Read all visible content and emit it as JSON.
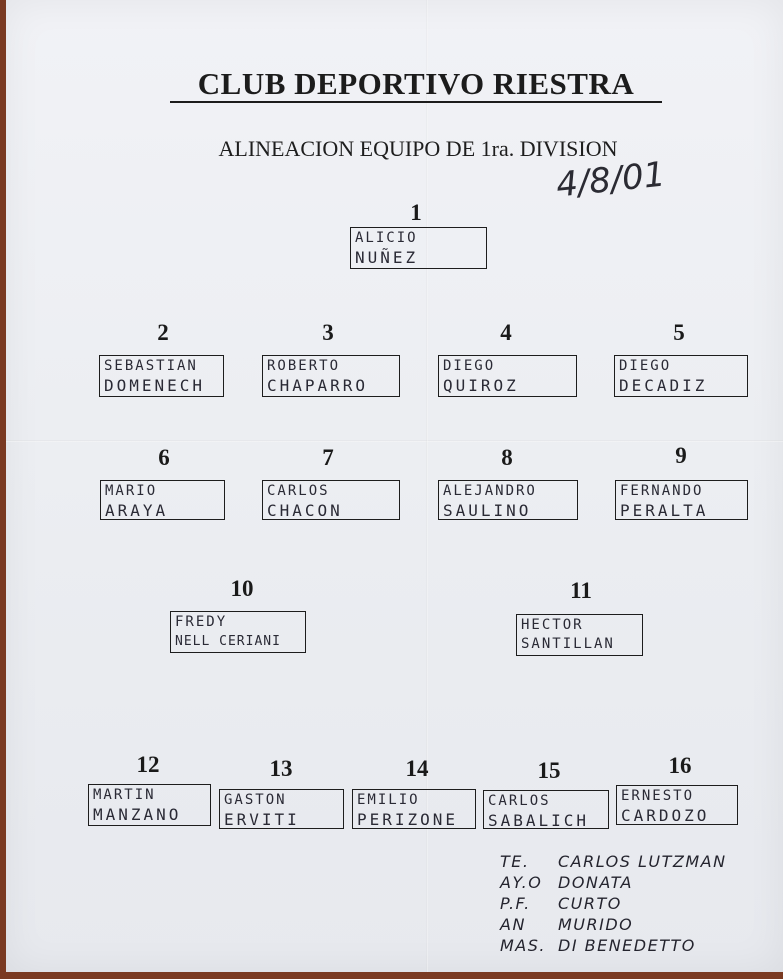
{
  "header": {
    "club": "CLUB DEPORTIVO RIESTRA",
    "subtitle": "ALINEACION EQUIPO DE 1ra. DIVISION",
    "date": "4/8/01"
  },
  "players": [
    {
      "num": "1",
      "first": "ALICIO",
      "last": "NUÑEZ"
    },
    {
      "num": "2",
      "first": "SEBASTIAN",
      "last": "DOMENECH"
    },
    {
      "num": "3",
      "first": "ROBERTO",
      "last": "CHAPARRO"
    },
    {
      "num": "4",
      "first": "DIEGO",
      "last": "QUIROZ"
    },
    {
      "num": "5",
      "first": "DIEGO",
      "last": "DECADIZ"
    },
    {
      "num": "6",
      "first": "MARIO",
      "last": "ARAYA"
    },
    {
      "num": "7",
      "first": "CARLOS",
      "last": "CHACON"
    },
    {
      "num": "8",
      "first": "ALEJANDRO",
      "last": "SAULINO"
    },
    {
      "num": "9",
      "first": "FERNANDO",
      "last": "PERALTA"
    },
    {
      "num": "10",
      "first": "FREDY",
      "last": "NELL CERIANI"
    },
    {
      "num": "11",
      "first": "HECTOR",
      "last": "SANTILLAN"
    },
    {
      "num": "12",
      "first": "MARTIN",
      "last": "MANZANO"
    },
    {
      "num": "13",
      "first": "GASTON",
      "last": "ERVITI"
    },
    {
      "num": "14",
      "first": "EMILIO",
      "last": "PERIZONE"
    },
    {
      "num": "15",
      "first": "CARLOS",
      "last": "SABALICH"
    },
    {
      "num": "16",
      "first": "ERNESTO",
      "last": "CARDOZO"
    }
  ],
  "staff": [
    {
      "role": "TE.",
      "name": "CARLOS LUTZMAN"
    },
    {
      "role": "AY.O",
      "name": "DONATA"
    },
    {
      "role": "P.F.",
      "name": "CURTO"
    },
    {
      "role": "AN",
      "name": "MURIDO"
    },
    {
      "role": "MAS.",
      "name": "DI BENEDETTO"
    }
  ]
}
